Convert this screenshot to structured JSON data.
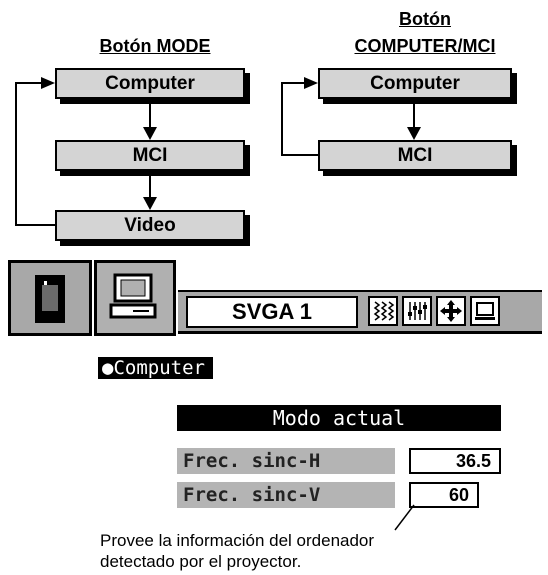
{
  "diagrams": {
    "mode": {
      "heading": "Botón MODE",
      "boxes": [
        "Computer",
        "MCI",
        "Video"
      ]
    },
    "computer_mci": {
      "heading_line1": "Botón",
      "heading_line2": "COMPUTER/MCI",
      "boxes": [
        "Computer",
        "MCI"
      ]
    }
  },
  "menubar": {
    "mode_label": "SVGA 1",
    "icons": [
      "input-select-icon",
      "computer-icon",
      "sync-adjust-icon",
      "level-adjust-icon",
      "position-icon",
      "screen-icon"
    ]
  },
  "screen": {
    "section_label": "●Computer",
    "panel_title": "Modo actual",
    "rows": [
      {
        "label": "Frec. sinc-H",
        "value": "36.5"
      },
      {
        "label": "Frec. sinc-V",
        "value": "60"
      }
    ],
    "caption_line1": "Provee la información del ordenador",
    "caption_line2": "detectado por el proyector."
  }
}
